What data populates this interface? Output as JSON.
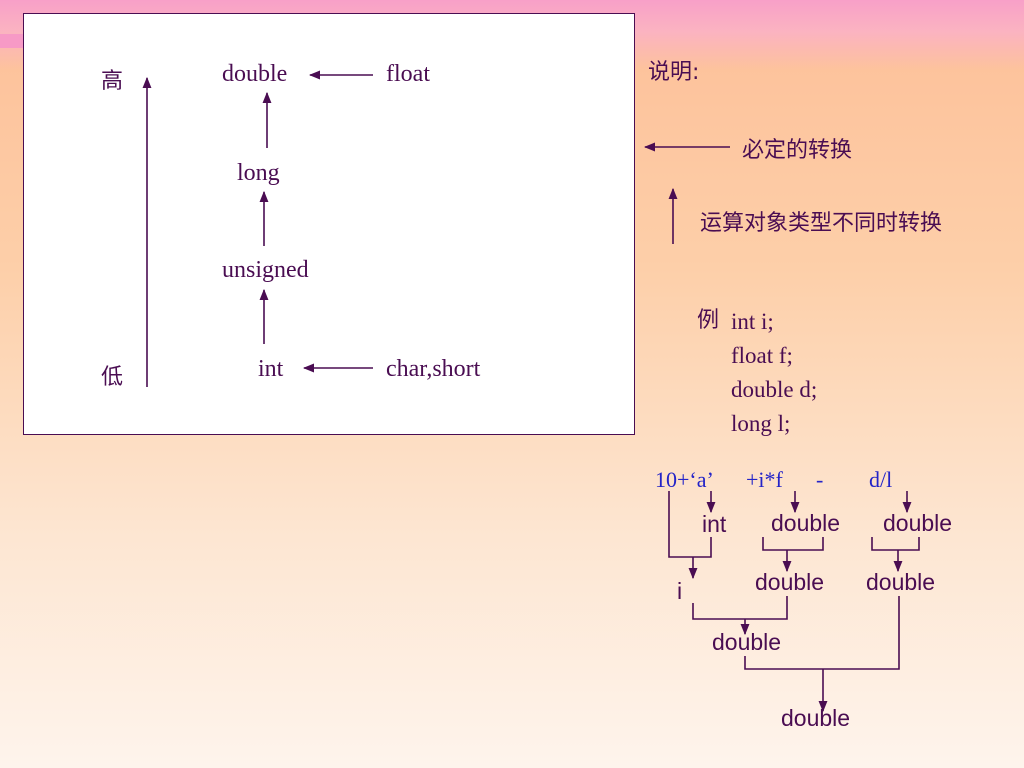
{
  "hierarchy": {
    "high_label": "高",
    "low_label": "低",
    "types": {
      "double": "double",
      "float": "float",
      "long": "long",
      "unsigned": "unsigned",
      "int": "int",
      "char_short": "char,short"
    }
  },
  "legend": {
    "title": "说明:",
    "mandatory": "必定的转换",
    "operand_diff": "运算对象类型不同时转换"
  },
  "example": {
    "prefix": "例",
    "lines": [
      "int  i;",
      "float f;",
      "double d;",
      "long l;"
    ]
  },
  "expression": {
    "parts": [
      "10+‘a’",
      "+i*f",
      "-",
      "d/l"
    ],
    "level1": [
      "int",
      "double",
      "double"
    ],
    "level2": [
      "i",
      "double",
      "double"
    ],
    "level3": "double",
    "level4": "double"
  },
  "colors": {
    "ink": "#4a0d52",
    "expression_blue": "#2424c8",
    "panel_bg": "#ffffff"
  }
}
